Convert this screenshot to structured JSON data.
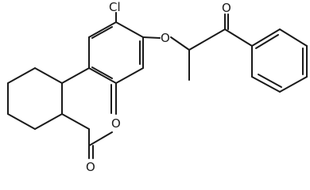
{
  "atoms": {
    "chlorine": "Cl",
    "ether_oxygen": "O",
    "ketone_oxygen": "O",
    "ring_oxygen": "O",
    "lactone_oxygen": "O"
  }
}
